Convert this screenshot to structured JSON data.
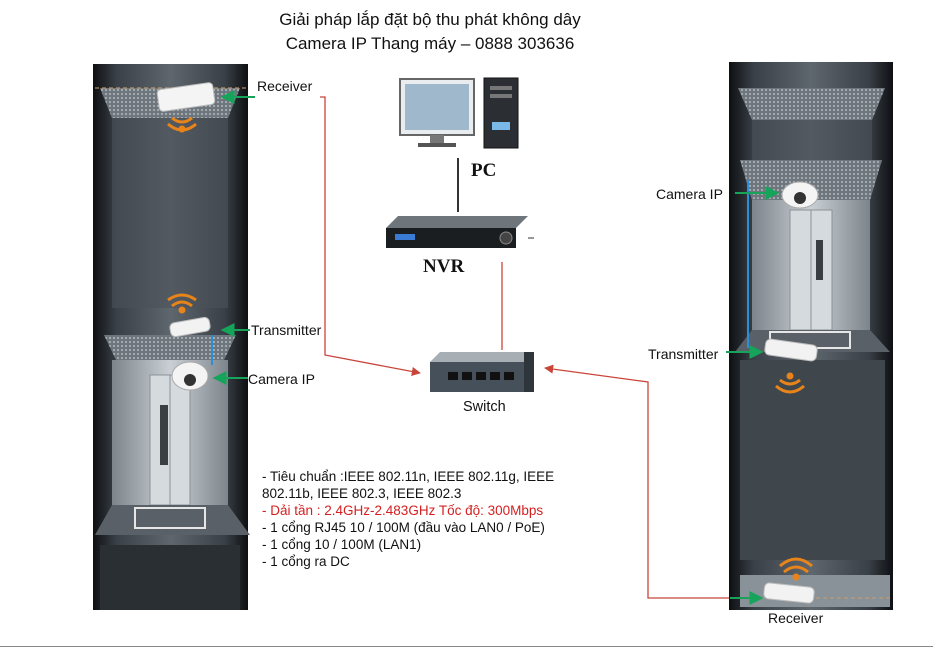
{
  "title": {
    "line1": "Giải pháp lắp đặt bộ thu phát không dây",
    "line2": "Camera IP Thang máy – 0888 303636"
  },
  "labels": {
    "receiver_left": "Receiver",
    "transmitter_left": "Transmitter",
    "camera_left": "Camera IP",
    "pc": "PC",
    "nvr": "NVR",
    "switch": "Switch",
    "camera_right": "Camera IP",
    "transmitter_right": "Transmitter",
    "receiver_right": "Receiver"
  },
  "specs": [
    "- Tiêu chuẩn :IEEE 802.11n, IEEE 802.11g, IEEE 802.11b, IEEE 802.3, IEEE 802.3",
    "- Dải tần : 2.4GHz-2.483GHz Tốc độ: 300Mbps",
    "- 1 cổng RJ45 10 / 100M (đầu vào LAN0 / PoE)",
    "- 1 cổng 10 / 100M (LAN1)",
    "- 1 cổng ra DC"
  ],
  "colors": {
    "link_red": "#c8453a",
    "arrow_green": "#16a35a",
    "cable_blue": "#2a8fd6",
    "wifi_orange": "#e8841a",
    "spec_highlight": "#d42020"
  }
}
